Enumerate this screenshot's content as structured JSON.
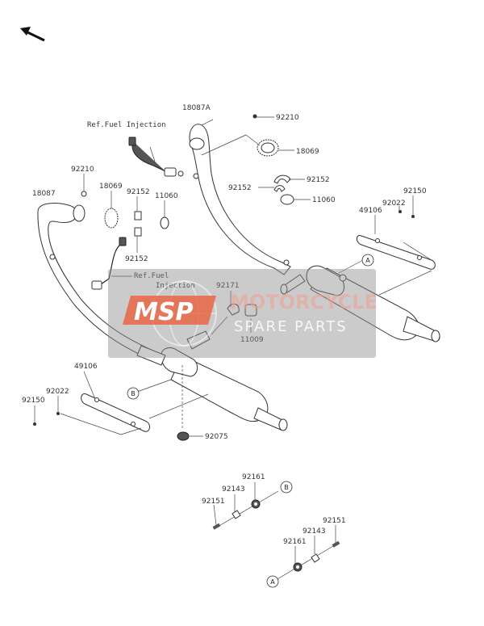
{
  "labels": {
    "ref_fuel_top": "Ref.Fuel Injection",
    "ref_fuel_mid_1": "Ref.Fuel",
    "ref_fuel_mid_2": "Injection",
    "p18087A": "18087A",
    "p92210_top": "92210",
    "p18069_right": "18069",
    "p92152_right_a": "92152",
    "p92152_right_b": "92152",
    "p11060_right": "11060",
    "p92150_right": "92150",
    "p92022_right": "92022",
    "p49106_right": "49106",
    "p92210_left": "92210",
    "p18087": "18087",
    "p18069_left": "18069",
    "p92152_left_a": "92152",
    "p11060_left": "11060",
    "p92152_left_b": "92152",
    "p92171": "92171",
    "p11009": "11009",
    "p49106_left": "49106",
    "p92022_left": "92022",
    "p92150_left": "92150",
    "p92075": "92075",
    "p92161_b": "92161",
    "p92143_b": "92143",
    "p92151_b": "92151",
    "p92151_a": "92151",
    "p92143_a": "92143",
    "p92161_a": "92161"
  },
  "callouts": {
    "a_main": "A",
    "b_main": "B",
    "b_detail": "B",
    "a_detail": "A"
  },
  "watermark": {
    "logo": "MSP",
    "title": "MOTORCYCLE",
    "subtitle": "SPARE PARTS"
  },
  "colors": {
    "watermark_bg": "#8c8c8c",
    "watermark_logo": "#e8603c"
  }
}
